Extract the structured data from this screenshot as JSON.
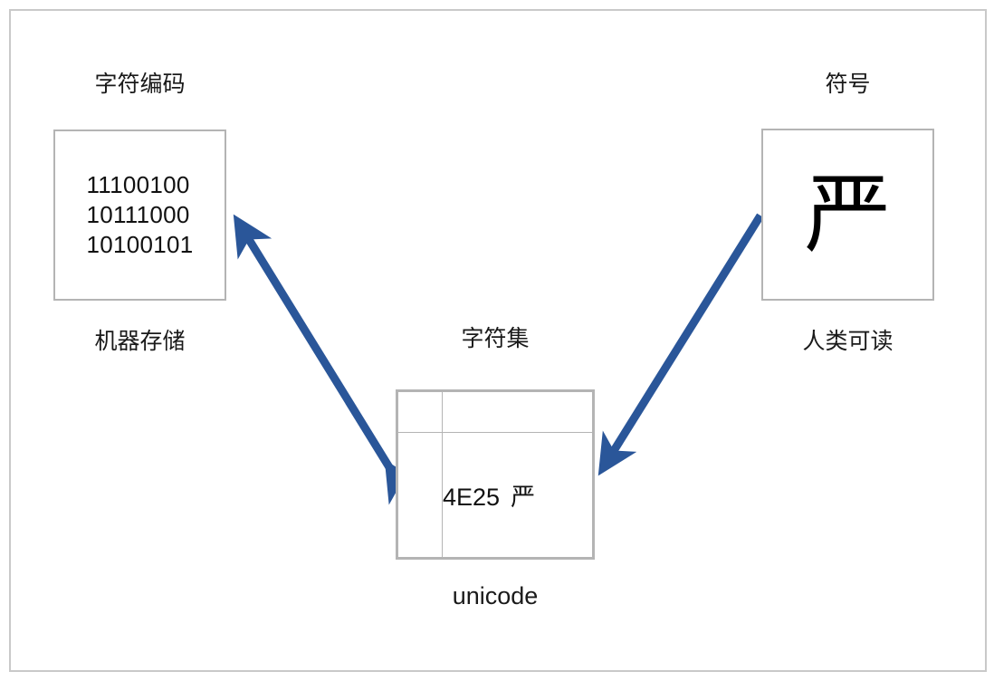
{
  "diagram": {
    "title": "character encoding relationship diagram",
    "accent_color": "#2A5699",
    "box_border_color": "#B4B4B4",
    "frame_border_color": "#C9C9C9",
    "background_color": "#FFFFFF"
  },
  "encoding_node": {
    "title": "字符编码",
    "subtitle": "机器存储",
    "binary_lines": [
      "11100100",
      "10111000",
      "10100101"
    ]
  },
  "symbol_node": {
    "title": "符号",
    "subtitle": "人类可读",
    "glyph": "严"
  },
  "charset_node": {
    "title": "字符集",
    "subtitle": "unicode",
    "code_point": "4E25",
    "character": "严",
    "table": {
      "columns": [
        "",
        ""
      ],
      "rows": [
        [
          "",
          ""
        ],
        [
          "",
          "4E25  严"
        ]
      ]
    }
  },
  "connectors": [
    {
      "name": "encoding-charset-arrow",
      "from": "charset_node",
      "to": "encoding_node",
      "style": "double-headed",
      "color": "#2A5699"
    },
    {
      "name": "symbol-charset-arrow",
      "from": "symbol_node",
      "to": "charset_node",
      "style": "single-headed",
      "color": "#2A5699"
    }
  ]
}
